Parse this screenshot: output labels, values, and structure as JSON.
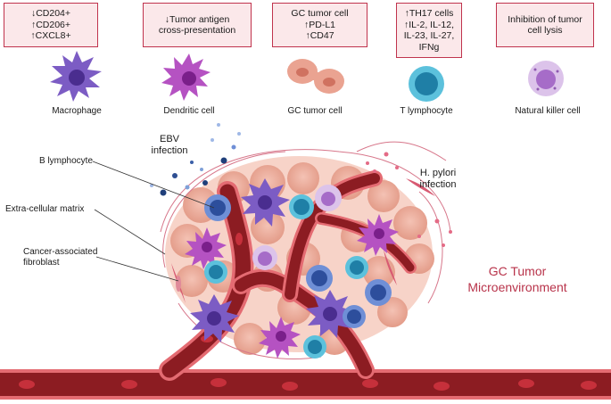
{
  "info_boxes": [
    {
      "lines": [
        "↓CD204+",
        "↑CD206+",
        "↑CXCL8+"
      ]
    },
    {
      "lines": [
        "↓Tumor antigen",
        "cross-presentation"
      ]
    },
    {
      "lines": [
        "GC tumor cell",
        "↑PD-L1",
        "↑CD47"
      ]
    },
    {
      "lines": [
        "↑TH17 cells",
        "↑IL-2, IL-12,",
        "IL-23, IL-27,",
        "IFNg"
      ]
    },
    {
      "lines": [
        "Inhibition of tumor",
        "cell lysis"
      ]
    }
  ],
  "cell_labels": [
    "Macrophage",
    "Dendritic cell",
    "GC tumor cell",
    "T lymphocyte",
    "Natural killer cell"
  ],
  "side_labels": {
    "b_lymphocyte": "B lymphocyte",
    "ecm": "Extra-cellular matrix",
    "caf_line1": "Cancer-associated",
    "caf_line2": "fibroblast"
  },
  "infections": {
    "ebv_line1": "EBV",
    "ebv_line2": "infection",
    "hp_line1": "H. pylori",
    "hp_line2": "infection"
  },
  "title": {
    "line1": "GC Tumor",
    "line2": "Microenvironment"
  },
  "colors": {
    "accent": "#c0334d",
    "box_fill": "#fbe8ea",
    "vessel": "#8c1c22",
    "macrophage": "#7c5cc4",
    "dendritic": "#b552c2",
    "tumor": "#e9a08e",
    "t_cell": "#3fa9c9",
    "nk_cell": "#c9a6dd",
    "b_cell": "#3f62b3"
  }
}
